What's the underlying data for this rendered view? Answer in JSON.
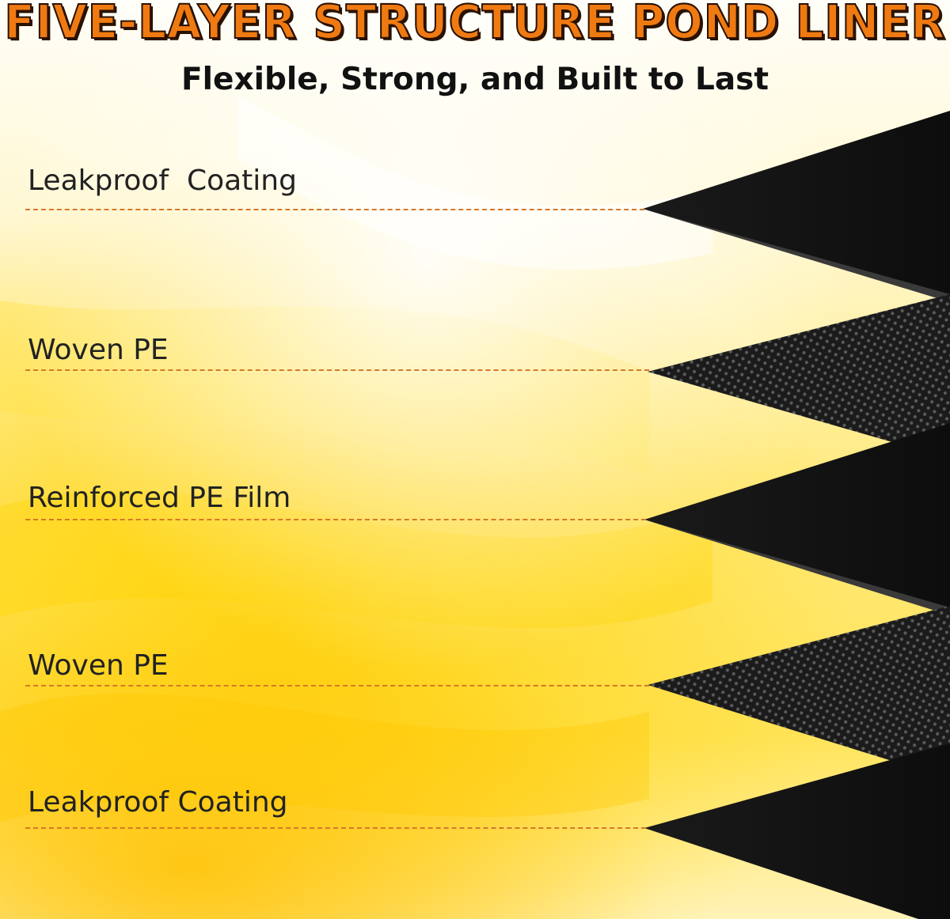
{
  "header": {
    "title": "FIVE-LAYER STRUCTURE POND LINER",
    "subtitle": "Flexible, Strong, and Built to Last"
  },
  "layers": [
    {
      "label": "Leakproof  Coating",
      "material": "solid"
    },
    {
      "label": "Woven PE",
      "material": "mesh"
    },
    {
      "label": "Reinforced PE Film",
      "material": "solid"
    },
    {
      "label": "Woven PE",
      "material": "mesh"
    },
    {
      "label": "Leakproof Coating",
      "material": "solid"
    }
  ],
  "colors": {
    "title_fill": "#f07a12",
    "title_outline": "#2a1200",
    "leader_line": "#d6782a",
    "sheet": "#141414",
    "background_glow": "#ffd21a"
  }
}
